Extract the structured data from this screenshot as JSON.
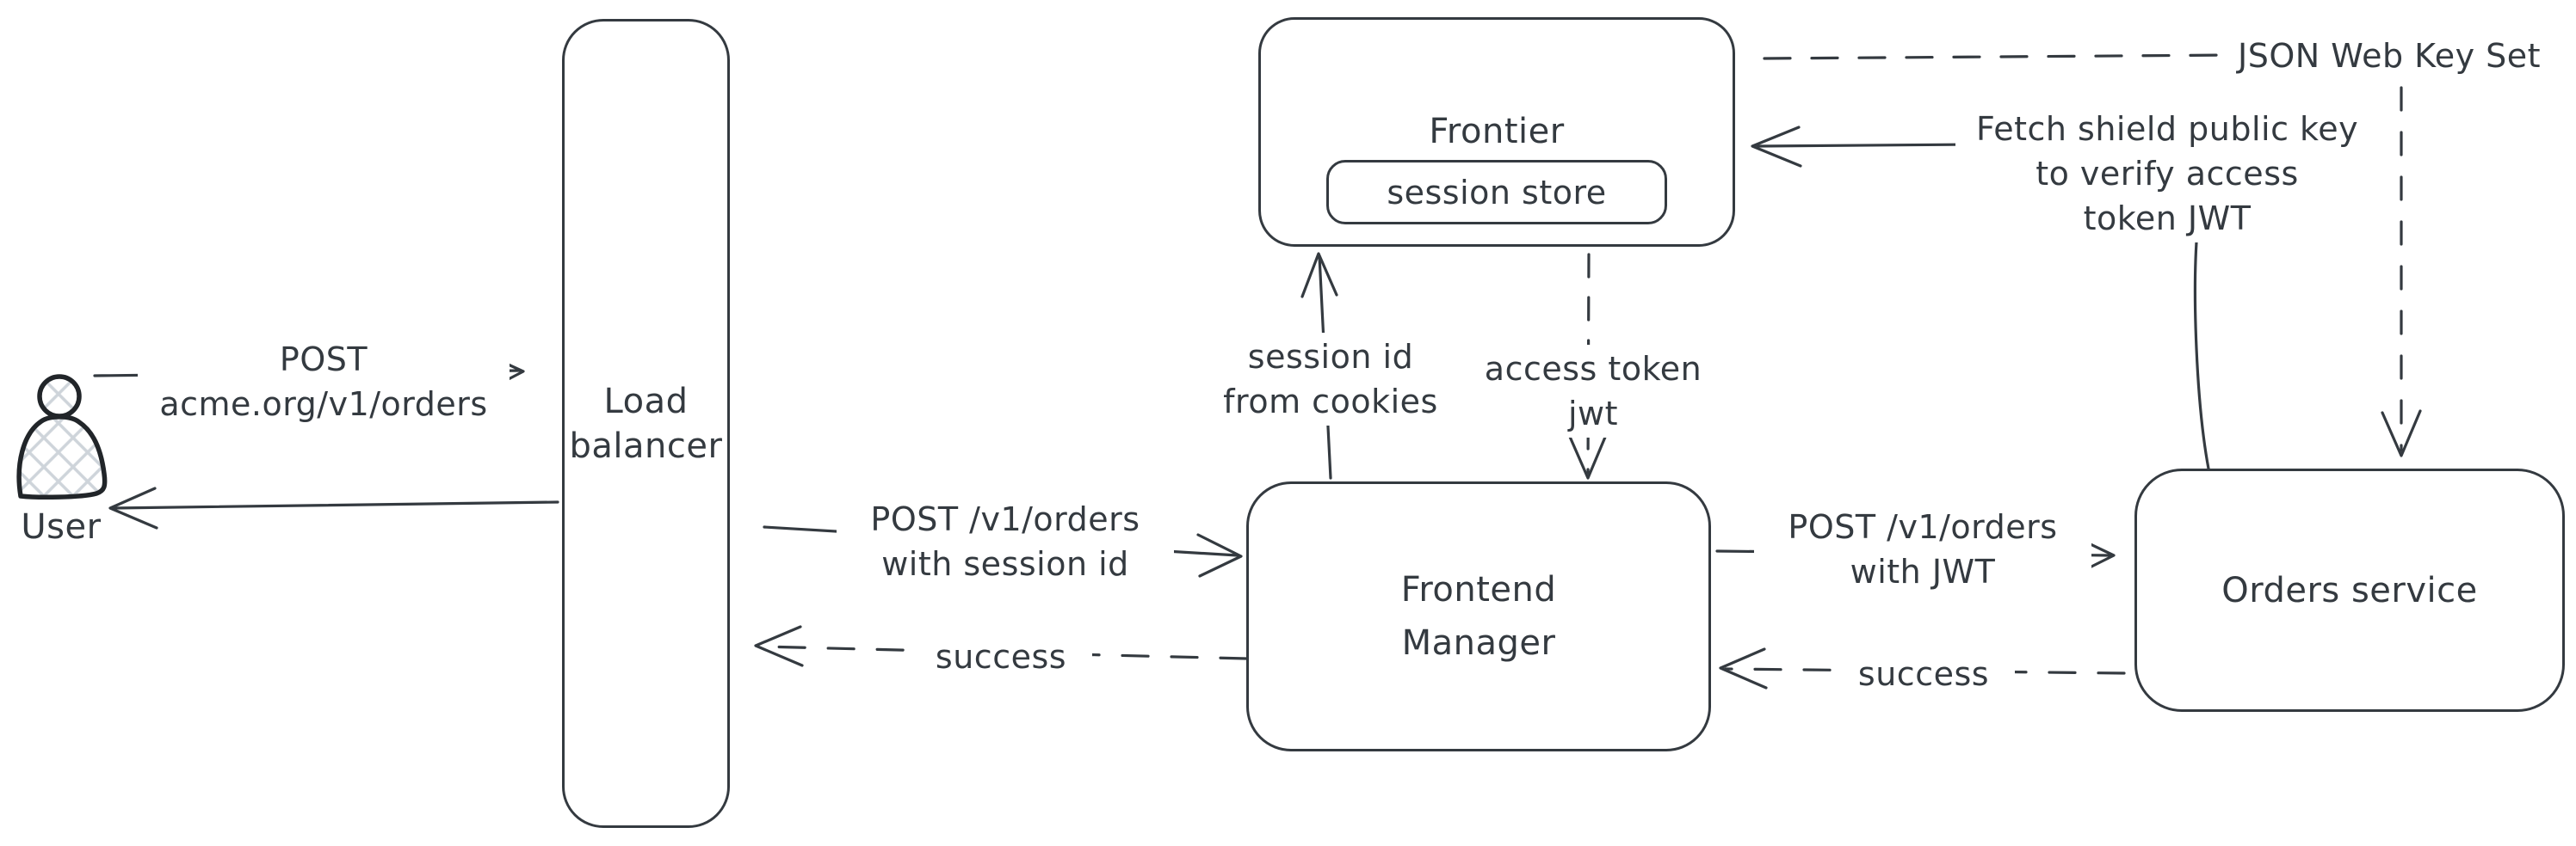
{
  "title": "Authentication flow diagram",
  "colors": {
    "stroke": "#343a40",
    "text": "#343a40",
    "user_icon_stroke": "#212529",
    "user_icon_hatch": "#ced4da",
    "background": "#ffffff"
  },
  "nodes": {
    "user": {
      "label": "User"
    },
    "load_balancer": {
      "label": "Load\nbalancer"
    },
    "frontier": {
      "label": "Frontier"
    },
    "session_store": {
      "label": "session store"
    },
    "frontend_manager": {
      "label": "Frontend\nManager"
    },
    "orders_service": {
      "label": "Orders service"
    }
  },
  "edges": {
    "user_to_lb": {
      "label": "POST\nacme.org/v1/orders",
      "style": "solid"
    },
    "lb_to_user": {
      "style": "solid"
    },
    "lb_to_fm": {
      "label": "POST /v1/orders\nwith session id",
      "style": "solid"
    },
    "fm_to_lb": {
      "label": "success",
      "style": "dashed"
    },
    "fm_to_frontier": {
      "label": "session id\nfrom cookies",
      "style": "solid"
    },
    "frontier_to_fm": {
      "label": "access token\njwt",
      "style": "dashed"
    },
    "fm_to_orders": {
      "label": "POST /v1/orders\nwith JWT",
      "style": "solid"
    },
    "orders_to_fm": {
      "label": "success",
      "style": "dashed"
    },
    "orders_to_frontier": {
      "label": "Fetch shield public key\nto verify access\ntoken JWT",
      "style": "solid"
    },
    "frontier_to_jwks": {
      "label": "JSON Web Key Set",
      "style": "dashed"
    },
    "jwks_to_orders": {
      "style": "dashed"
    }
  }
}
